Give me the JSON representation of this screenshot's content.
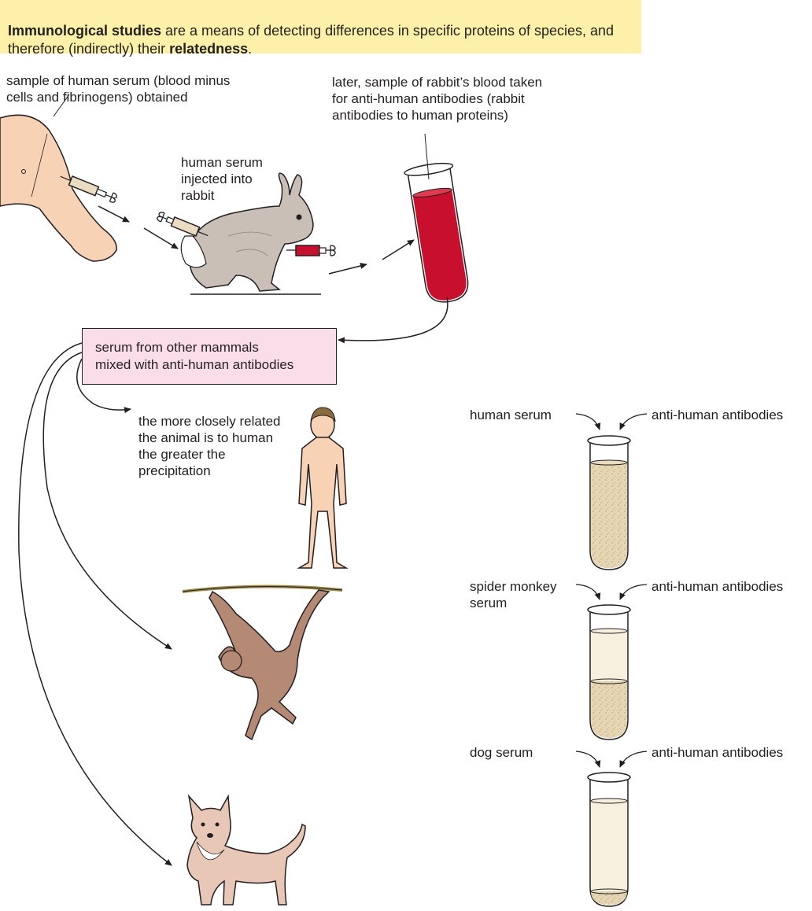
{
  "intro": {
    "bold1": "Immunological studies",
    "text1": " are a means of detecting differences in specific proteins of species, and therefore (indirectly) their ",
    "bold2": "relatedness",
    "text2": "."
  },
  "labels": {
    "human_serum_sample": [
      "sample of human serum (blood minus",
      "cells and fibrinogens) obtained"
    ],
    "rabbit_injected": [
      "human serum",
      "injected into",
      "rabbit"
    ],
    "rabbit_blood": [
      "later, sample of rabbit’s blood taken",
      "for anti-human antibodies (rabbit",
      "antibodies to human proteins)"
    ],
    "serum_box": [
      "serum from other mammals",
      "mixed with anti-human antibodies"
    ],
    "relatedness": [
      "the more closely related",
      "the animal is to human",
      "the greater the",
      "precipitation"
    ]
  },
  "tests": [
    {
      "serum": "human serum",
      "antibody": "anti-human antibodies",
      "precipitation": 1.0
    },
    {
      "serum": "spider monkey serum",
      "antibody": "anti-human antibodies",
      "precipitation": 0.55
    },
    {
      "serum": "dog serum",
      "antibody": "anti-human antibodies",
      "precipitation": 0.1
    }
  ],
  "colors": {
    "intro_bg": "#fdf1a9",
    "box_bg": "#f9dde9",
    "blood_red": "#c8102e",
    "precipitate": "#e9dcc0",
    "serum_liquid": "#f7f0de",
    "skin": "#f7d2b5",
    "rabbit": "#c9bfb6",
    "monkey": "#b58a74",
    "dog": "#e8c7b6"
  }
}
